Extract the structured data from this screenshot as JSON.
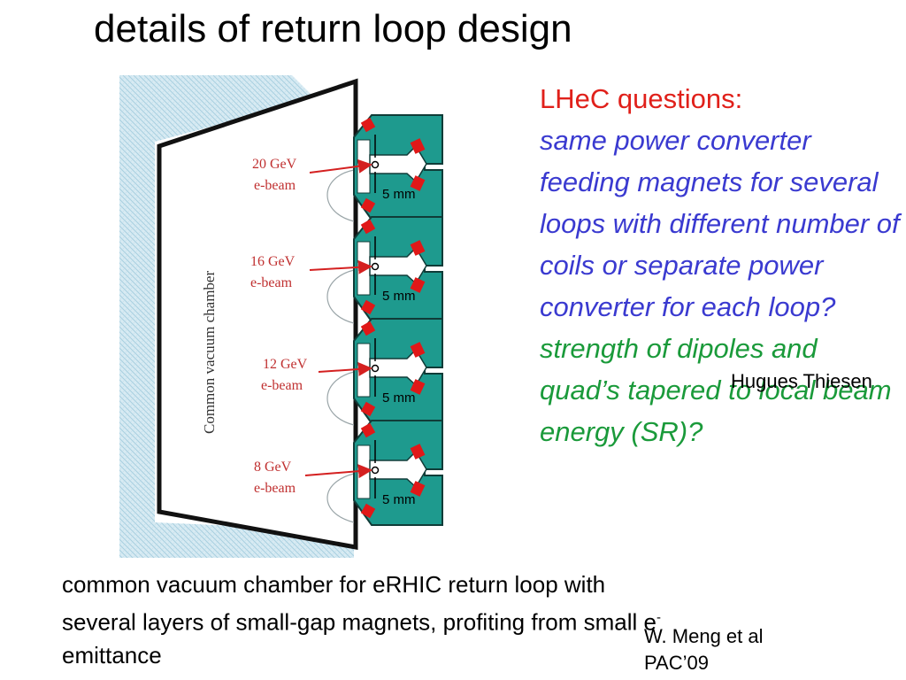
{
  "title": "details of return loop design",
  "figure": {
    "chamber_label": "Common vacuum chamber",
    "beams": [
      {
        "energy": "20 GeV",
        "type": "e-beam",
        "gap": "5 mm"
      },
      {
        "energy": "16 GeV",
        "type": "e-beam",
        "gap": "5 mm"
      },
      {
        "energy": "12 GeV",
        "type": "e-beam",
        "gap": "5 mm"
      },
      {
        "energy": "8 GeV",
        "type": "e-beam",
        "gap": "5 mm"
      }
    ],
    "colors": {
      "magnet": "#1e9a8e",
      "coil": "#e01818",
      "arrow": "#d42020",
      "chamber_edge": "#111111",
      "hatch": "#a8cfe0"
    }
  },
  "questions": {
    "heading": "LHeC questions:",
    "q1": "same power converter feeding magnets for several loops with different number of coils or separate power converter for each loop?",
    "q2": "strength of dipoles and quad’s tapered to local beam energy (SR)?"
  },
  "author": "Hugues Thiesen",
  "caption": {
    "text_before": "common vacuum chamber for eRHIC return loop with several layers of small-gap magnets, profiting from small e",
    "superscript": "-",
    "text_after": " emittance"
  },
  "reference": {
    "line1": "W. Meng et al",
    "line2": "PAC’09"
  }
}
